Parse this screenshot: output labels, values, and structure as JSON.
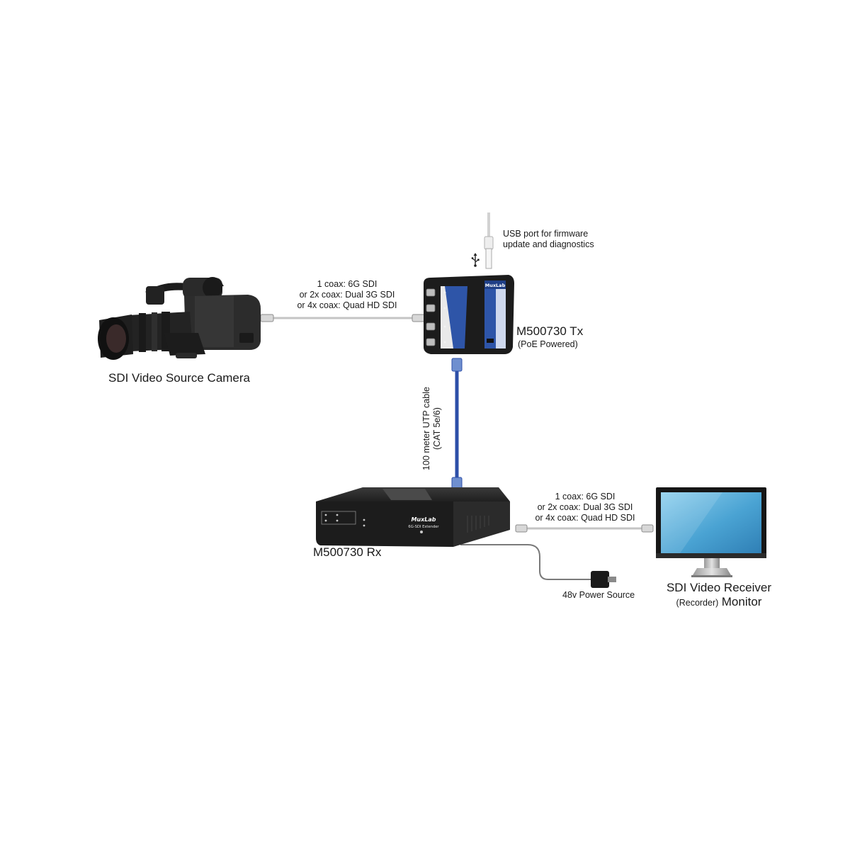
{
  "devices": {
    "camera": {
      "label": "SDI Video Source Camera"
    },
    "tx": {
      "label": "M500730 Tx",
      "sublabel": "(PoE Powered)",
      "brand": "MuxLab"
    },
    "rx": {
      "label": "M500730 Rx",
      "brand": "MuxLab",
      "model_text": "6G-SDI Extender"
    },
    "monitor": {
      "label_line1": "SDI Video Receiver",
      "label_line2_small": "(Recorder)",
      "label_line2_big": "Monitor"
    },
    "power": {
      "label": "48v Power Source"
    }
  },
  "links": {
    "coax_in": [
      "1 coax: 6G SDI",
      "or 2x coax: Dual 3G SDI",
      "or 4x coax: Quad HD SDI"
    ],
    "coax_out": [
      "1 coax: 6G SDI",
      "or 2x coax: Dual 3G SDI",
      "or 4x coax: Quad HD SDI"
    ],
    "usb": [
      "USB port for firmware",
      "update and diagnostics"
    ],
    "utp": [
      "100 meter UTP cable",
      "(CAT 5e/6)"
    ]
  },
  "colors": {
    "cable_grey": "#b9b9b9",
    "utp_blue": "#2d4fa8",
    "device_black": "#1c1c1c",
    "tx_blue": "#2e55a8",
    "monitor_screen": "#5aaed8"
  },
  "icons": [
    "usb-icon"
  ]
}
